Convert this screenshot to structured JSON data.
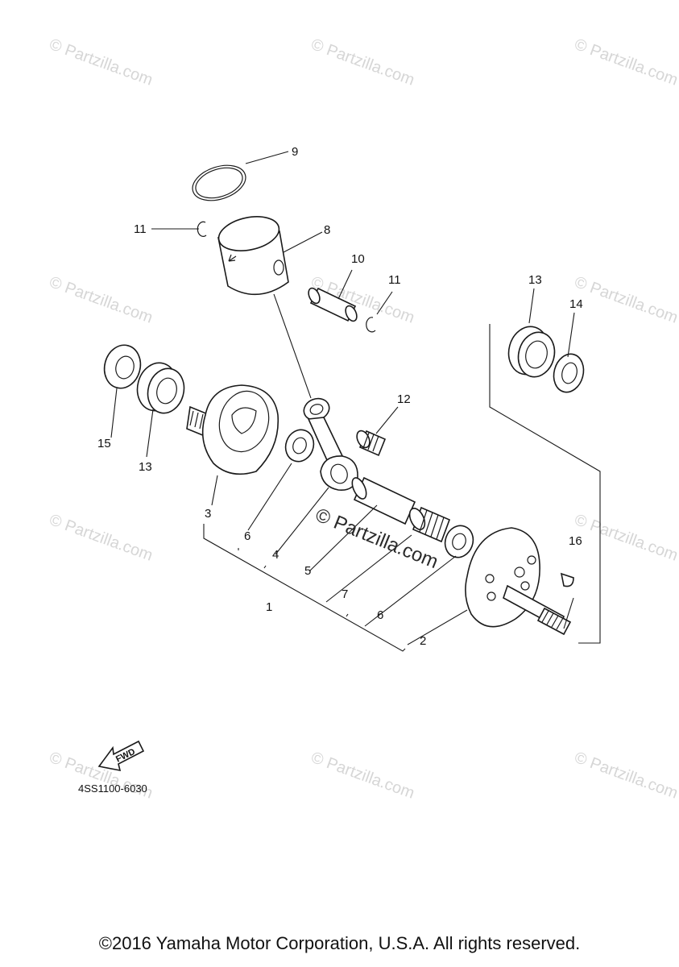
{
  "watermark": "© Partzilla.com",
  "center_watermark": "© Partzilla.com",
  "diagram_code": "4SS1100-6030",
  "fwd_label": "FWD",
  "copyright": "©2016 Yamaha Motor Corporation, U.S.A. All rights reserved.",
  "callouts": {
    "c1": "1",
    "c2": "2",
    "c3": "3",
    "c4": "4",
    "c5": "5",
    "c6a": "6",
    "c6b": "6",
    "c7": "7",
    "c8": "8",
    "c9": "9",
    "c10": "10",
    "c11a": "11",
    "c11b": "11",
    "c12": "12",
    "c13a": "13",
    "c13b": "13",
    "c14": "14",
    "c15": "15",
    "c16": "16"
  },
  "colors": {
    "line": "#1a1a1a",
    "watermark": "#d6d6d6"
  }
}
